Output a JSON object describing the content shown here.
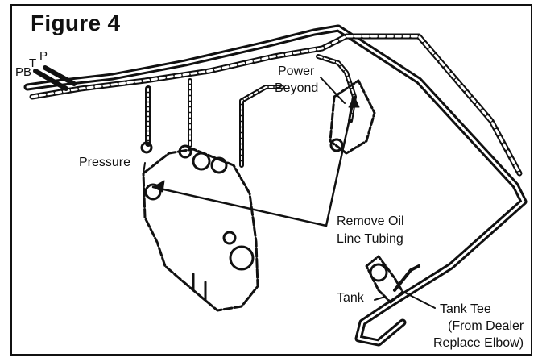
{
  "figure": {
    "title": "Figure 4",
    "port_labels": [
      "P",
      "T",
      "PB"
    ],
    "labels": {
      "power_beyond_line1": "Power",
      "power_beyond_line2": "Beyond",
      "pressure": "Pressure",
      "remove_line1": "Remove Oil",
      "remove_line2": "Line Tubing",
      "tank": "Tank",
      "tank_tee_line1": "Tank Tee",
      "tank_tee_line2": "(From Dealer",
      "tank_tee_line3": "Replace Elbow)"
    }
  }
}
